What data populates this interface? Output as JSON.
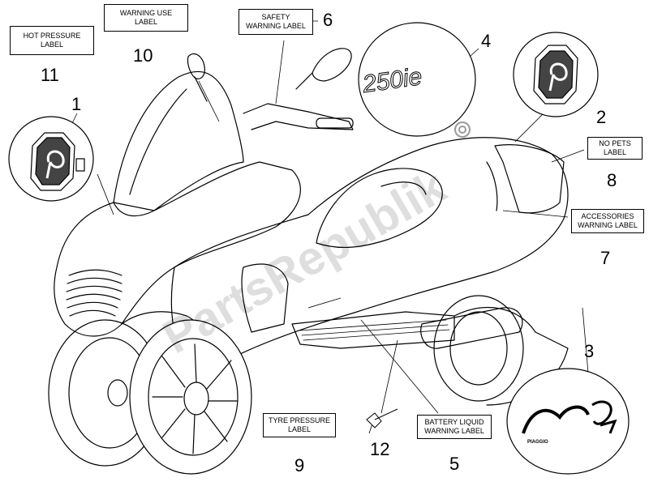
{
  "labels": {
    "hot_pressure": [
      "HOT PRESSURE",
      "LABEL"
    ],
    "warning_use": [
      "WARNING USE",
      "LABEL"
    ],
    "safety_warning": [
      "SAFETY",
      "WARNING LABEL"
    ],
    "no_pets": [
      "NO PETS",
      "LABEL"
    ],
    "accessories_warning": [
      "ACCESSORIES",
      "WARNING LABEL"
    ],
    "tyre_pressure": [
      "TYRE PRESSURE",
      "LABEL"
    ],
    "battery_liquid": [
      "BATTERY LIQUID",
      "WARNING LABEL"
    ]
  },
  "numbers": {
    "n1": "1",
    "n2": "2",
    "n3": "3",
    "n4": "4",
    "n5": "5",
    "n6": "6",
    "n7": "7",
    "n8": "8",
    "n9": "9",
    "n10": "10",
    "n11": "11",
    "n12": "12"
  },
  "badges": {
    "model_250": "250ie",
    "mp3_brand": "PIAGGIO"
  },
  "watermark": "PartsRepublik",
  "colors": {
    "line": "#000000",
    "watermark": "#bdbdbd"
  }
}
